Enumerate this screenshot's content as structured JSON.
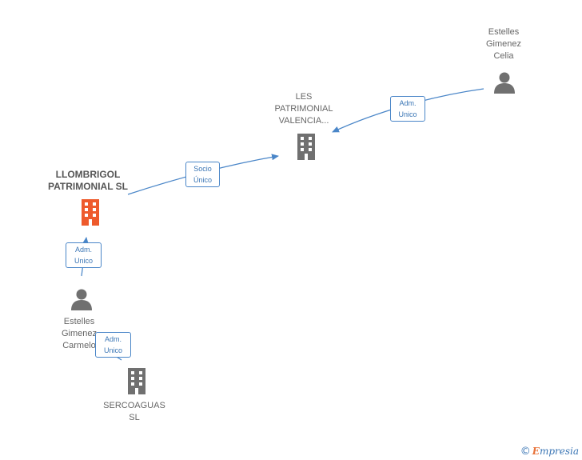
{
  "nodes": {
    "celia": {
      "name_lines": [
        "Estelles",
        "Gimenez",
        "Celia"
      ],
      "type": "person"
    },
    "les_patrimonial": {
      "name_lines": [
        "LES",
        "PATRIMONIAL",
        "VALENCIA..."
      ],
      "type": "company"
    },
    "llombrigol": {
      "name_lines": [
        "LLOMBRIGOL",
        "PATRIMONIAL SL"
      ],
      "type": "company",
      "highlighted": true
    },
    "carmelo": {
      "name_lines": [
        "Estelles",
        "Gimenez",
        "Carmelo"
      ],
      "type": "person"
    },
    "sercoaguas": {
      "name_lines": [
        "SERCOAGUAS",
        "SL"
      ],
      "type": "company"
    }
  },
  "edges": {
    "celia_to_les": {
      "lines": [
        "Adm.",
        "Unico"
      ]
    },
    "llombrigol_to_les": {
      "lines": [
        "Socio",
        "Único"
      ]
    },
    "carmelo_to_llombrigol": {
      "lines": [
        "Adm.",
        "Unico"
      ]
    },
    "carmelo_to_sercoaguas": {
      "lines": [
        "Adm.",
        "Unico"
      ]
    }
  },
  "footer": {
    "copyright_symbol": "©",
    "brand_initial": "E",
    "brand_rest": "mpresia"
  },
  "colors": {
    "edge": "#4a86c8",
    "person_icon": "#707070",
    "company_icon": "#707070",
    "highlight_company_icon": "#ee5a2c",
    "label_text": "#666666"
  },
  "icons": {
    "person": "person-icon",
    "company": "building-icon"
  }
}
